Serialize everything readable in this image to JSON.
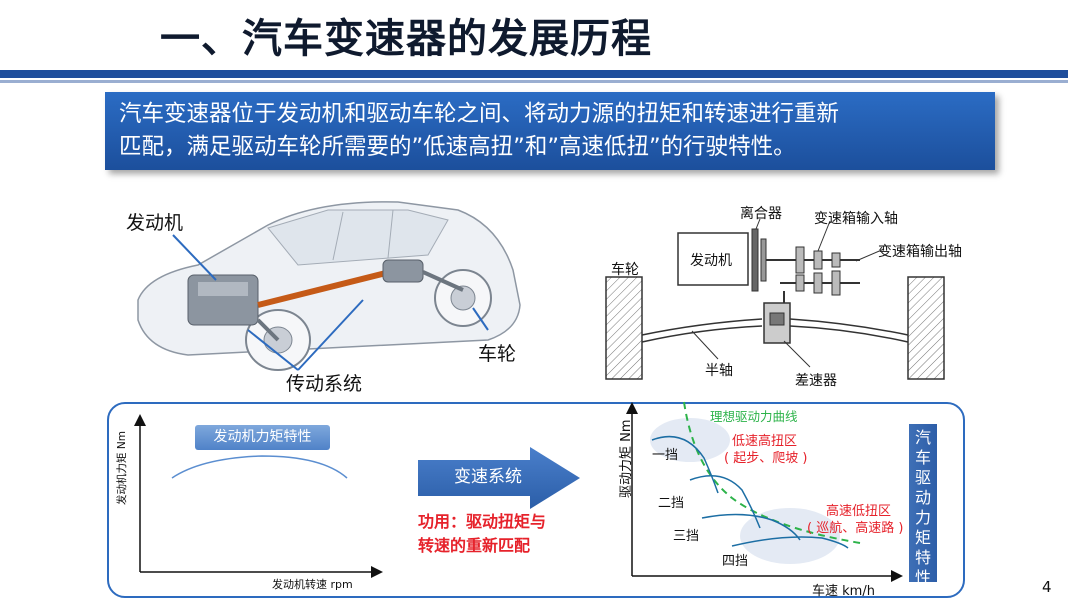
{
  "title": "一、汽车变速器的发展历程",
  "banner": {
    "line1": "汽车变速器位于发动机和驱动车轮之间、将动力源的扭矩和转速进行重新",
    "line2": "匹配，满足驱动车轮所需要的”低速高扭”和”高速低扭”的行驶特性。"
  },
  "car": {
    "engine_label": "发动机",
    "transmission_label": "传动系统",
    "wheel_label": "车轮"
  },
  "schematic": {
    "clutch_label": "离合器",
    "input_shaft_label": "变速箱输入轴",
    "output_shaft_label": "变速箱输出轴",
    "wheel_label": "车轮",
    "engine_label": "发动机",
    "half_shaft_label": "半轴",
    "differential_label": "差速器"
  },
  "torque_chart": {
    "chip_label": "发动机力矩特性",
    "ylabel": "发动机力矩 Nm",
    "xlabel": "发动机转速 rpm"
  },
  "middle": {
    "arrow_label": "变速系统",
    "function_line1": "功用：驱动扭矩与",
    "function_line2": "转速的重新匹配"
  },
  "drive_chart": {
    "ylabel": "驱动力矩 Nm",
    "xlabel": "车速 km/h",
    "ideal_curve_label": "理想驱动力曲线",
    "low_zone_title": "低速高扭区",
    "low_zone_desc": "( 起步、爬坡 )",
    "high_zone_title": "高速低扭区",
    "high_zone_desc": "( 巡航、高速路 )",
    "gear1": "一挡",
    "gear2": "二挡",
    "gear3": "三挡",
    "gear4": "四挡",
    "side_label": [
      "汽",
      "车",
      "驱",
      "动",
      "力",
      "矩",
      "特",
      "性"
    ]
  },
  "page_number": "4",
  "colors": {
    "accent_blue": "#1f4e9c",
    "banner_blue": "#2b6cc4",
    "curve_blue": "#1c6ea4",
    "ideal_green": "#2db34a",
    "zone_red": "#e6222b"
  }
}
